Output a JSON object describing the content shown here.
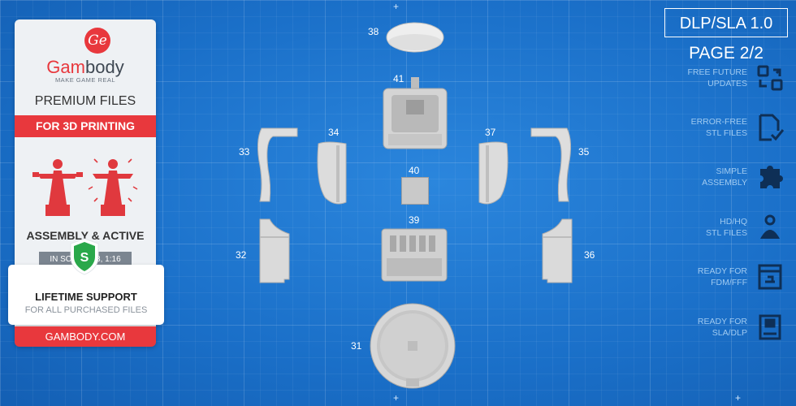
{
  "card": {
    "logo_letters": "Ge",
    "brand_part1": "Gam",
    "brand_part2": "body",
    "tagline": "MAKE GAME REAL",
    "premium": "PREMIUM FILES",
    "for_printing": "FOR 3D PRINTING",
    "assembly": "ASSEMBLY & ACTIVE",
    "scale": "IN SCALE 1:8, 1:16",
    "shield_letter": "S",
    "lifetime": "LIFETIME SUPPORT",
    "for_all": "FOR ALL PURCHASED FILES",
    "url": "GAMBODY.COM"
  },
  "header": {
    "version": "DLP/SLA 1.0",
    "page": "PAGE 2/2"
  },
  "features": [
    {
      "line1": "FREE FUTURE",
      "line2": "UPDATES",
      "icon": "sync-icon"
    },
    {
      "line1": "ERROR-FREE",
      "line2": "STL FILES",
      "icon": "file-check-icon"
    },
    {
      "line1": "SIMPLE",
      "line2": "ASSEMBLY",
      "icon": "puzzle-icon"
    },
    {
      "line1": "HD/HQ",
      "line2": "STL FILES",
      "icon": "figure-icon"
    },
    {
      "line1": "READY FOR",
      "line2": "FDM/FFF",
      "icon": "fdm-printer-icon"
    },
    {
      "line1": "READY FOR",
      "line2": "SLA/DLP",
      "icon": "sla-printer-icon"
    }
  ],
  "parts": [
    "38",
    "41",
    "34",
    "37",
    "33",
    "35",
    "40",
    "39",
    "32",
    "36",
    "31"
  ],
  "colors": {
    "accent": "#e8383d",
    "background": "#1a74cf",
    "feature_text": "#9fcaf1"
  }
}
